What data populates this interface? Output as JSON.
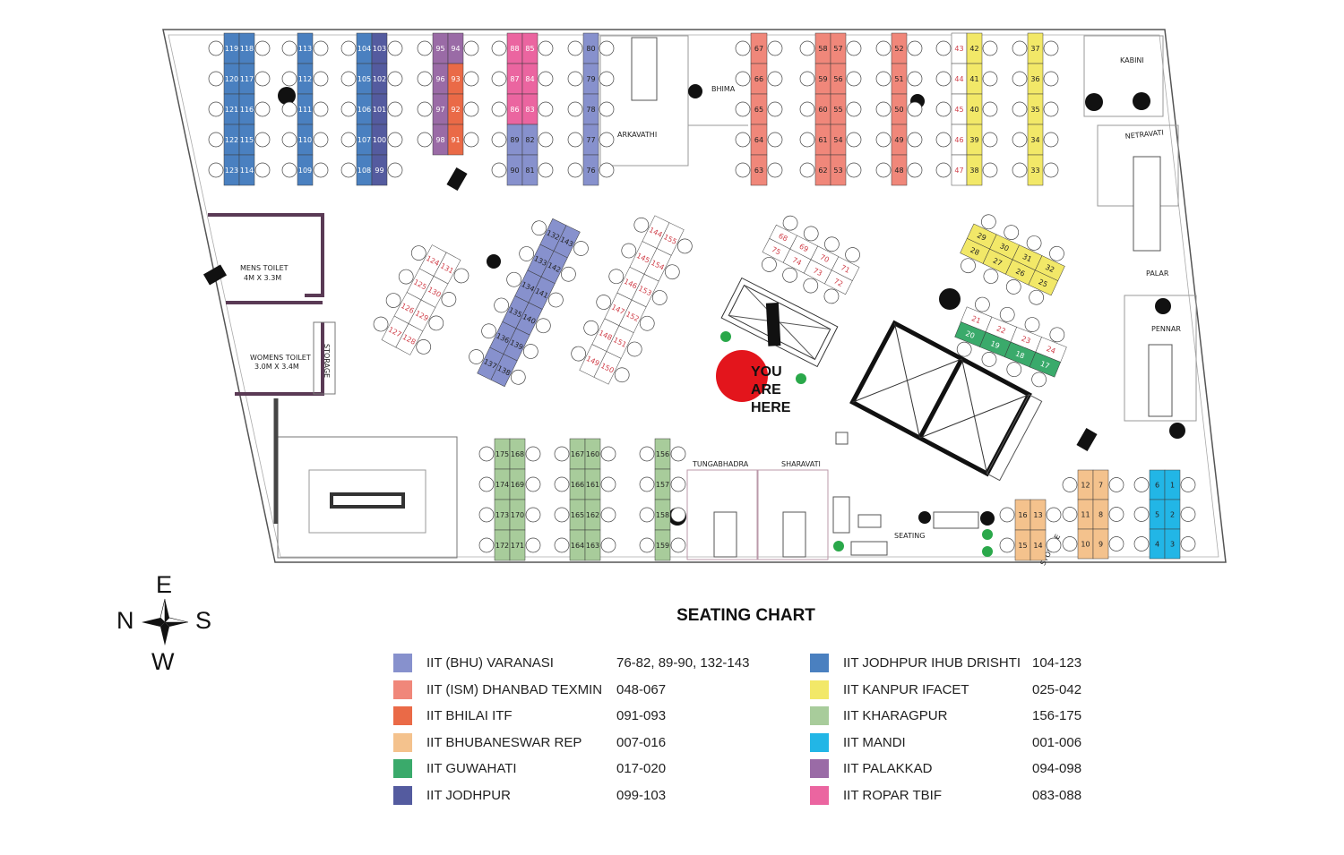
{
  "title": "SEATING CHART",
  "compass": {
    "e": "E",
    "n": "N",
    "s": "S",
    "w": "W"
  },
  "rooms": {
    "arkavathi": "ARKAVATHI",
    "bhima": "BHIMA",
    "kabini": "KABINI",
    "netravati": "NETRAVATI",
    "palar": "PALAR",
    "pennar": "PENNAR",
    "tungabhadra": "TUNGABHADRA",
    "sharavati": "SHARAVATI",
    "mens_toilet": "MENS TOILET",
    "mens_toilet_size": "4M X 3.3M",
    "womens_toilet": "WOMENS TOILET",
    "womens_toilet_size": "3.0M X 3.4M",
    "storage_left": "STORAGE",
    "storage_right": "STORAGE",
    "seating": "SEATING"
  },
  "you_are_here": {
    "line1": "YOU",
    "line2": "ARE",
    "line3": "HERE"
  },
  "groups": {
    "varanasi": {
      "name": "IIT (BHU) VARANASI",
      "range": "76-82, 89-90, 132-143",
      "color": "#8791cd"
    },
    "dhanbad": {
      "name": "IIT (ISM) DHANBAD TEXMIN",
      "range": "048-067",
      "color": "#f0877a"
    },
    "bhilai": {
      "name": "IIT BHILAI ITF",
      "range": "091-093",
      "color": "#ea6a47"
    },
    "bhubaneswar": {
      "name": "IIT BHUBANESWAR REP",
      "range": "007-016",
      "color": "#f4c28d"
    },
    "guwahati": {
      "name": "IIT GUWAHATI",
      "range": "017-020",
      "color": "#3aaa6b"
    },
    "jodhpur": {
      "name": "IIT JODHPUR",
      "range": "099-103",
      "color": "#545b9f"
    },
    "ihub": {
      "name": "IIT JODHPUR IHUB DRISHTI",
      "range": "104-123",
      "color": "#4a80c0"
    },
    "kanpur": {
      "name": "IIT KANPUR IFACET",
      "range": "025-042",
      "color": "#f2e868"
    },
    "kharagpur": {
      "name": "IIT KHARAGPUR",
      "range": "156-175",
      "color": "#a8cc9b"
    },
    "mandi": {
      "name": "IIT MANDI",
      "range": "001-006",
      "color": "#22b6e6"
    },
    "palakkad": {
      "name": "IIT PALAKKAD",
      "range": "094-098",
      "color": "#9a6ba6"
    },
    "ropar": {
      "name": "IIT ROPAR TBIF",
      "range": "083-088",
      "color": "#eb65a0"
    },
    "none": {
      "color": "#ffffff"
    }
  },
  "legend_left": [
    "varanasi",
    "dhanbad",
    "bhilai",
    "bhubaneswar",
    "guwahati",
    "jodhpur"
  ],
  "legend_right": [
    "ihub",
    "kanpur",
    "kharagpur",
    "mandi",
    "palakkad",
    "ropar"
  ],
  "blocks": [
    {
      "id": "A",
      "group": "ihub",
      "grid": [
        [
          "119",
          "118"
        ],
        [
          "120",
          "117"
        ],
        [
          "121",
          "116"
        ],
        [
          "122",
          "115"
        ],
        [
          "123",
          "114"
        ]
      ]
    },
    {
      "id": "B",
      "group": "ihub",
      "grid": [
        [
          "113"
        ],
        [
          "112"
        ],
        [
          "111"
        ],
        [
          "110"
        ],
        [
          "109"
        ]
      ]
    },
    {
      "id": "C",
      "group": "ihub",
      "grid": [
        [
          "104",
          "103"
        ],
        [
          "105",
          "102"
        ],
        [
          "106",
          "101"
        ],
        [
          "107",
          "100"
        ],
        [
          "108",
          "99"
        ]
      ],
      "overrides": {
        "103": "jodhpur",
        "102": "jodhpur",
        "101": "jodhpur",
        "100": "jodhpur",
        "99": "jodhpur"
      }
    },
    {
      "id": "D",
      "group": "palakkad",
      "grid": [
        [
          "95",
          "94"
        ],
        [
          "96",
          "93"
        ],
        [
          "97",
          "92"
        ],
        [
          "98",
          "91"
        ]
      ],
      "overrides": {
        "93": "bhilai",
        "92": "bhilai",
        "91": "bhilai"
      }
    },
    {
      "id": "E",
      "group": "ropar",
      "grid": [
        [
          "88",
          "85"
        ],
        [
          "87",
          "84"
        ],
        [
          "86",
          "83"
        ],
        [
          "89",
          "82"
        ],
        [
          "90",
          "81"
        ]
      ],
      "overrides": {
        "89": "varanasi",
        "82": "varanasi",
        "90": "varanasi",
        "81": "varanasi"
      }
    },
    {
      "id": "F",
      "group": "varanasi",
      "grid": [
        [
          "80"
        ],
        [
          "79"
        ],
        [
          "78"
        ],
        [
          "77"
        ],
        [
          "76"
        ]
      ]
    },
    {
      "id": "G",
      "group": "dhanbad",
      "grid": [
        [
          "67"
        ],
        [
          "66"
        ],
        [
          "65"
        ],
        [
          "64"
        ],
        [
          "63"
        ]
      ]
    },
    {
      "id": "H",
      "group": "dhanbad",
      "grid": [
        [
          "58",
          "57"
        ],
        [
          "59",
          "56"
        ],
        [
          "60",
          "55"
        ],
        [
          "61",
          "54"
        ],
        [
          "62",
          "53"
        ]
      ]
    },
    {
      "id": "I",
      "group": "dhanbad",
      "grid": [
        [
          "52"
        ],
        [
          "51"
        ],
        [
          "50"
        ],
        [
          "49"
        ],
        [
          "48"
        ]
      ]
    },
    {
      "id": "J",
      "group": "kanpur",
      "grid": [
        [
          "43",
          "42"
        ],
        [
          "44",
          "41"
        ],
        [
          "45",
          "40"
        ],
        [
          "46",
          "39"
        ],
        [
          "47",
          "38"
        ]
      ],
      "overrides": {
        "43": "none",
        "44": "none",
        "45": "none",
        "46": "none",
        "47": "none"
      }
    },
    {
      "id": "K",
      "group": "kanpur",
      "grid": [
        [
          "37"
        ],
        [
          "36"
        ],
        [
          "35"
        ],
        [
          "34"
        ],
        [
          "33"
        ]
      ]
    },
    {
      "id": "L",
      "group": "kharagpur",
      "grid": [
        [
          "175",
          "168"
        ],
        [
          "174",
          "169"
        ],
        [
          "173",
          "170"
        ],
        [
          "172",
          "171"
        ]
      ]
    },
    {
      "id": "M",
      "group": "kharagpur",
      "grid": [
        [
          "167",
          "160"
        ],
        [
          "166",
          "161"
        ],
        [
          "165",
          "162"
        ],
        [
          "164",
          "163"
        ]
      ]
    },
    {
      "id": "N",
      "group": "kharagpur",
      "grid": [
        [
          "156"
        ],
        [
          "157"
        ],
        [
          "158"
        ],
        [
          "159"
        ]
      ]
    },
    {
      "id": "O",
      "group": "bhubaneswar",
      "grid": [
        [
          "16",
          "13"
        ],
        [
          "15",
          "14"
        ]
      ]
    },
    {
      "id": "P",
      "group": "bhubaneswar",
      "grid": [
        [
          "12",
          "7"
        ],
        [
          "11",
          "8"
        ],
        [
          "10",
          "9"
        ]
      ]
    },
    {
      "id": "Q",
      "group": "mandi",
      "grid": [
        [
          "6",
          "1"
        ],
        [
          "5",
          "2"
        ],
        [
          "4",
          "3"
        ]
      ]
    },
    {
      "id": "V",
      "group": "varanasi",
      "grid": [
        [
          "132",
          "143"
        ],
        [
          "133",
          "142"
        ],
        [
          "134",
          "141"
        ],
        [
          "135",
          "140"
        ],
        [
          "136",
          "139"
        ],
        [
          "137",
          "138"
        ]
      ]
    },
    {
      "id": "W1",
      "group": "none",
      "grid": [
        [
          "124",
          "131"
        ],
        [
          "125",
          "130"
        ],
        [
          "126",
          "129"
        ],
        [
          "127",
          "128"
        ]
      ]
    },
    {
      "id": "W2",
      "group": "none",
      "grid": [
        [
          "144",
          "155"
        ],
        [
          "145",
          "154"
        ],
        [
          "146",
          "153"
        ],
        [
          "147",
          "152"
        ],
        [
          "148",
          "151"
        ],
        [
          "149",
          "150"
        ]
      ]
    },
    {
      "id": "W3",
      "group": "none",
      "grid": [
        [
          "68",
          "69",
          "70",
          "71"
        ],
        [
          "75",
          "74",
          "73",
          "72"
        ]
      ]
    },
    {
      "id": "Y",
      "group": "kanpur",
      "grid": [
        [
          "29",
          "30",
          "31",
          "32"
        ],
        [
          "28",
          "27",
          "26",
          "25"
        ]
      ]
    },
    {
      "id": "G2",
      "group": "none",
      "grid": [
        [
          "21",
          "22",
          "23",
          "24"
        ],
        [
          "20",
          "19",
          "18",
          "17"
        ]
      ],
      "overrides": {
        "20": "guwahati",
        "19": "guwahati",
        "18": "guwahati",
        "17": "guwahati"
      }
    }
  ]
}
